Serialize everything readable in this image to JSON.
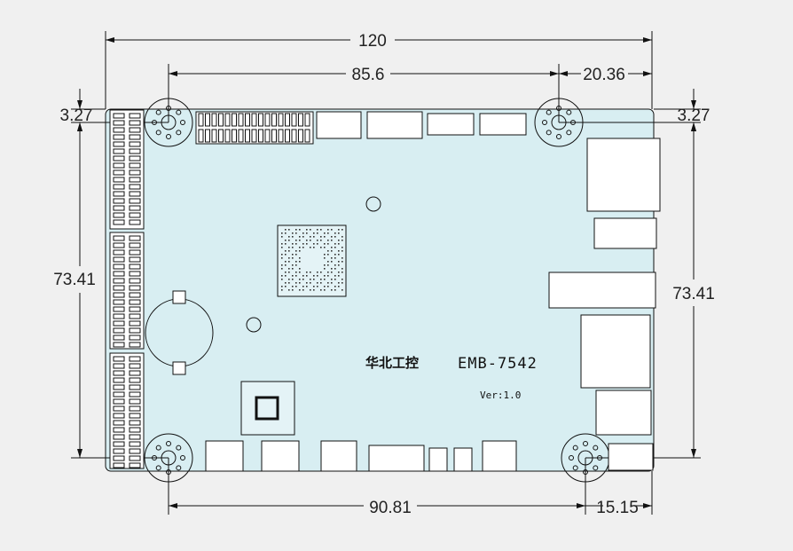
{
  "drawing": {
    "board_model": "EMB-7542",
    "version": "Ver:1.0",
    "brand_logo": "华北工控",
    "colors": {
      "board": "#d8eef2",
      "background": "#f0f0f0",
      "line": "#111111"
    },
    "dimensions": {
      "overall_width": "120",
      "hole_spacing_top": "85.6",
      "right_offset_top": "20.36",
      "top_offset_left": "3.27",
      "top_offset_right": "3.27",
      "hole_spacing_left": "73.41",
      "hole_spacing_right": "73.41",
      "hole_spacing_bottom": "90.81",
      "right_offset_bottom": "15.15"
    }
  }
}
